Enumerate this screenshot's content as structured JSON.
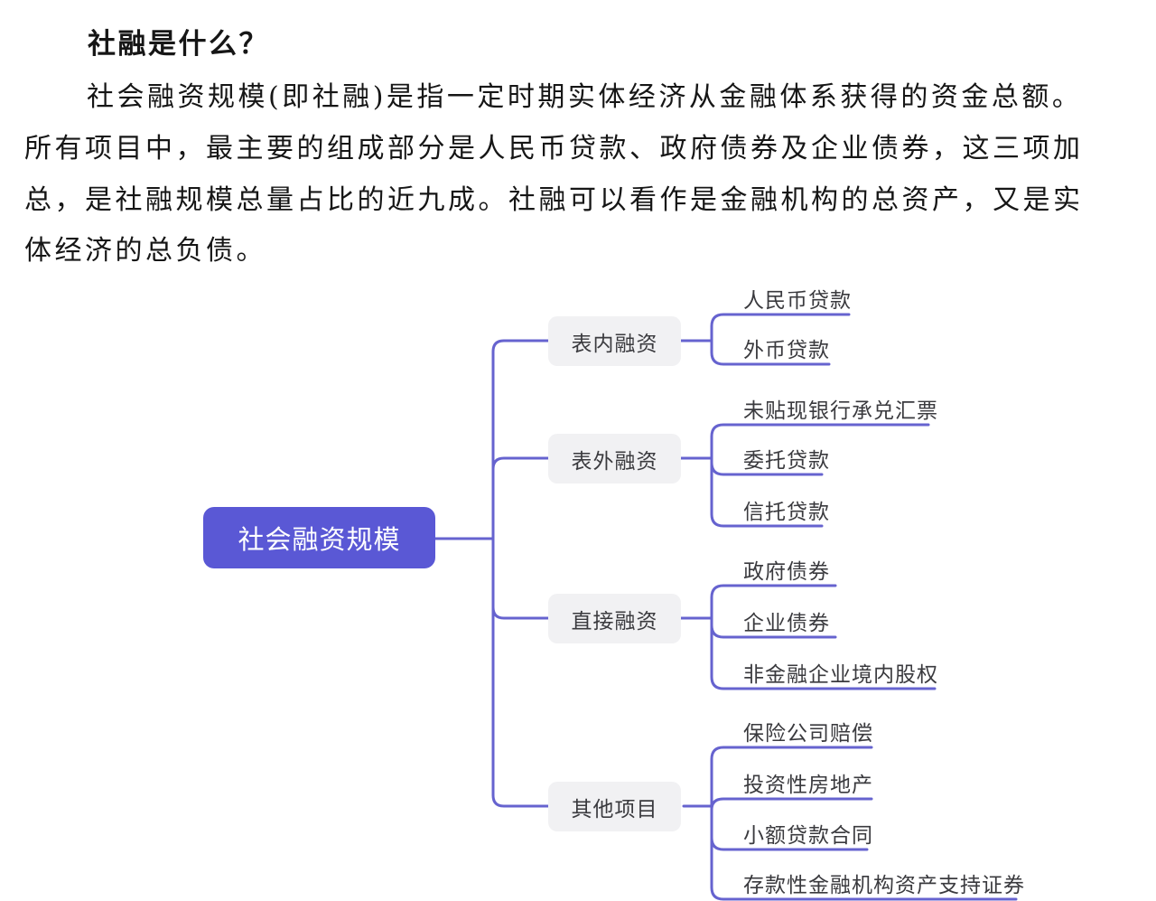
{
  "article": {
    "heading": "社融是什么？",
    "lines": [
      "社会融资规模(即社融)是指一定时期实体经济从金融体系获得的资金总额。",
      "所有项目中，最主要的组成部分是人民币贷款、政府债券及企业债券，这三项加",
      "总，是社融规模总量占比的近九成。社融可以看作是金融机构的总资产，又是实",
      "体经济的总负债。"
    ]
  },
  "mindmap": {
    "root": "社会融资规模",
    "colors": {
      "root_fill": "#5a58d5",
      "root_text": "#ffffff",
      "line": "#6663cf",
      "branch_fill": "#f1f1f3",
      "node_text": "#3a3a3e"
    },
    "branches": [
      {
        "label": "表内融资",
        "children": [
          "人民币贷款",
          "外币贷款"
        ]
      },
      {
        "label": "表外融资",
        "children": [
          "未贴现银行承兑汇票",
          "委托贷款",
          "信托贷款"
        ]
      },
      {
        "label": "直接融资",
        "children": [
          "政府债券",
          "企业债券",
          "非金融企业境内股权"
        ]
      },
      {
        "label": "其他项目",
        "children": [
          "保险公司赔偿",
          "投资性房地产",
          "小额贷款合同",
          "存款性金融机构资产支持证券"
        ]
      }
    ]
  }
}
